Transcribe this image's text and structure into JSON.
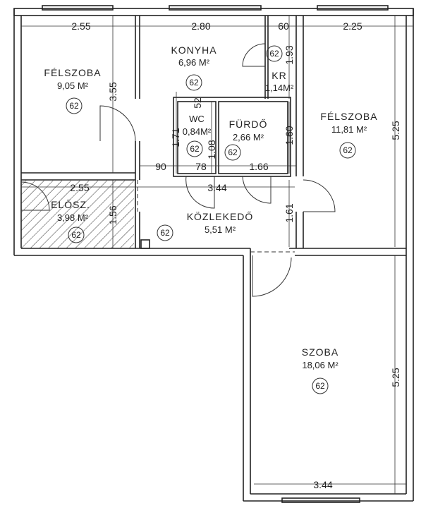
{
  "rooms": [
    {
      "name": "FÉLSZOBA",
      "area": "9,05 M²",
      "code": "62"
    },
    {
      "name": "KONYHA",
      "area": "6,96 M²",
      "code": "62"
    },
    {
      "name": "KR",
      "area": "1,14M²",
      "code": "62"
    },
    {
      "name": "WC",
      "area": "0,84M²",
      "code": "62"
    },
    {
      "name": "FÜRDŐ",
      "area": "2,66 M²",
      "code": "62"
    },
    {
      "name": "FÉLSZOBA",
      "area": "11,81 M²",
      "code": "62"
    },
    {
      "name": "ELŐSZ.",
      "area": "3,98 M²",
      "code": "62"
    },
    {
      "name": "KÖZLEKEDŐ",
      "area": "5,51 M²",
      "code": "62"
    },
    {
      "name": "SZOBA",
      "area": "18,06 M²",
      "code": "62"
    }
  ],
  "dimensions": [
    "2.55",
    "2.80",
    "60",
    "2.25",
    "3.55",
    "1.93",
    "5.25",
    "52",
    "1.71",
    "1.08",
    "1.60",
    "90",
    "78",
    "1.66",
    "2.55",
    "3.44",
    "1.56",
    "1.61",
    "5.25",
    "3.44"
  ]
}
